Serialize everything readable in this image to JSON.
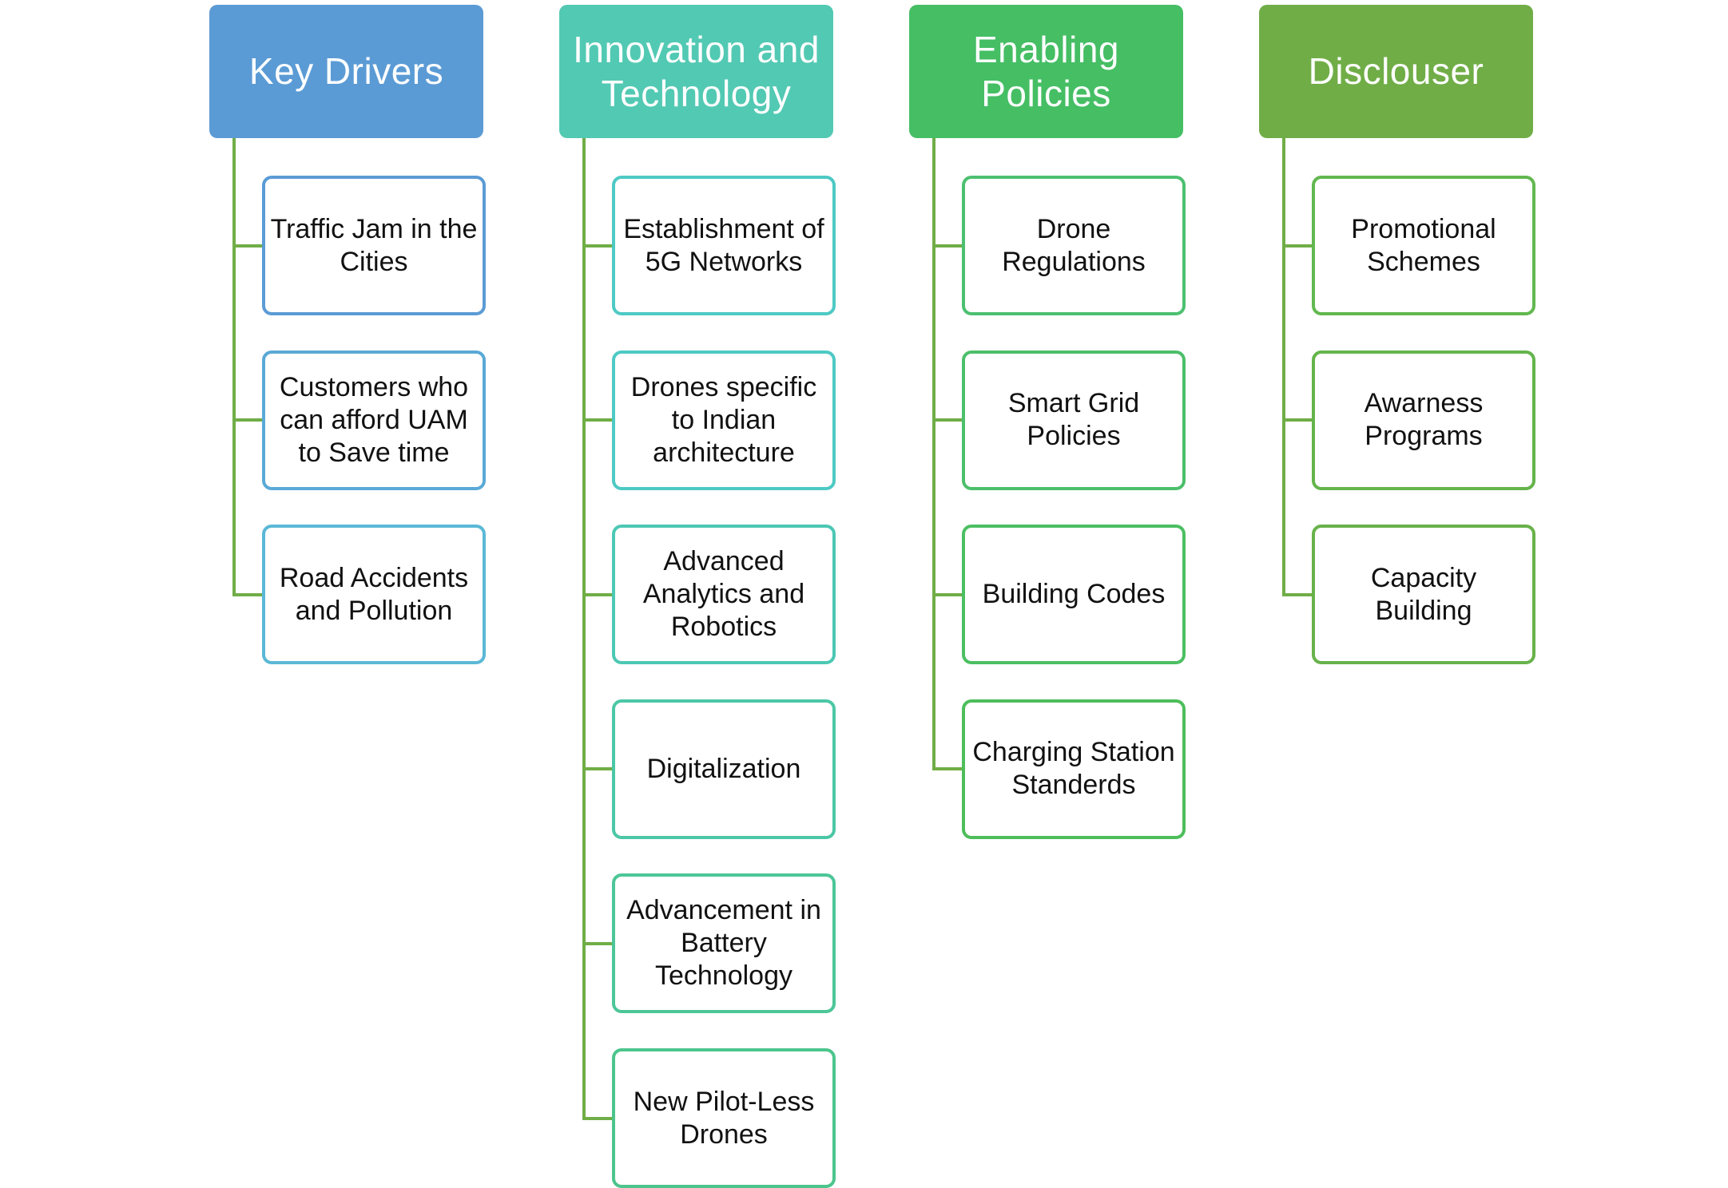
{
  "colors": {
    "connector": "#70ad47"
  },
  "columns": [
    {
      "header": "Key Drivers",
      "header_color": "#5b9bd5",
      "items": [
        {
          "label": "Traffic Jam in the\nCities",
          "border": "#5b9bd5"
        },
        {
          "label": "Customers who\ncan afford UAM\nto Save time",
          "border": "#5aa9d6"
        },
        {
          "label": "Road Accidents\nand Pollution",
          "border": "#5bb8d6"
        }
      ]
    },
    {
      "header": "Innovation and\nTechnology",
      "header_color": "#52c9b3",
      "items": [
        {
          "label": "Establishment of\n5G Networks",
          "border": "#4ec9c4"
        },
        {
          "label": "Drones specific\nto Indian\narchitecture",
          "border": "#4ec9c4"
        },
        {
          "label": "Advanced\nAnalytics and\nRobotics",
          "border": "#4cc8b4"
        },
        {
          "label": "Digitalization",
          "border": "#4cc7a6"
        },
        {
          "label": "Advancement in\nBattery\nTechnology",
          "border": "#4cc698"
        },
        {
          "label": "New Pilot-Less\nDrones",
          "border": "#4cc58c"
        }
      ]
    },
    {
      "header": "Enabling\nPolicies",
      "header_color": "#45be64",
      "items": [
        {
          "label": "Drone\nRegulations",
          "border": "#4cc070"
        },
        {
          "label": "Smart Grid\nPolicies",
          "border": "#4cbf6a"
        },
        {
          "label": "Building Codes",
          "border": "#4cbf62"
        },
        {
          "label": "Charging Station\nStanderds",
          "border": "#4dbe5a"
        }
      ]
    },
    {
      "header": "Disclouser",
      "header_color": "#70ad47",
      "items": [
        {
          "label": "Promotional\nSchemes",
          "border": "#62b84f"
        },
        {
          "label": "Awarness\nPrograms",
          "border": "#64b44b"
        },
        {
          "label": "Capacity Building",
          "border": "#68b24a"
        }
      ]
    }
  ]
}
